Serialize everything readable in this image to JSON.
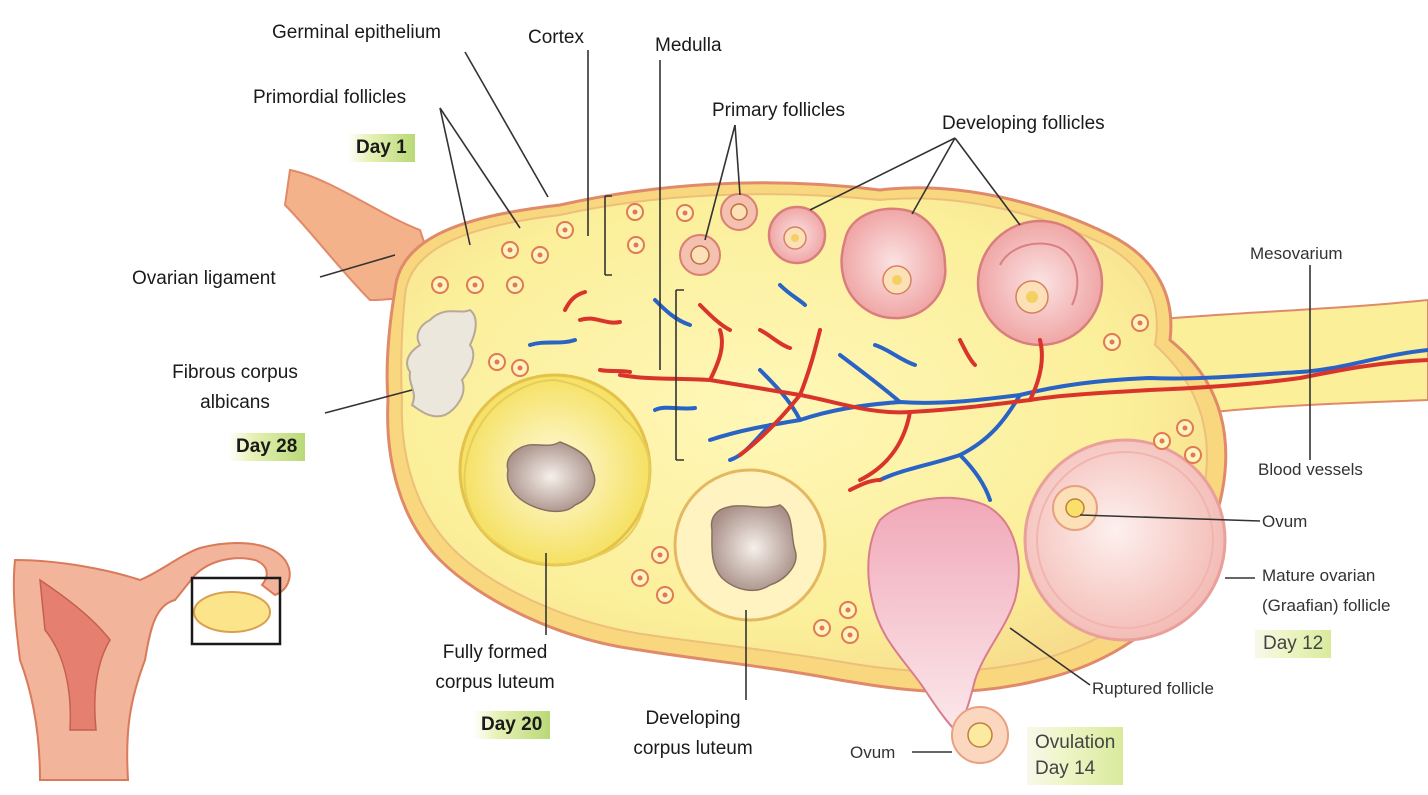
{
  "labels": {
    "germinal_epithelium": "Germinal epithelium",
    "cortex": "Cortex",
    "medulla": "Medulla",
    "primordial_follicles": "Primordial follicles",
    "primary_follicles": "Primary follicles",
    "developing_follicles": "Developing follicles",
    "mesovarium": "Mesovarium",
    "ovarian_ligament": "Ovarian ligament",
    "fibrous_corpus_albicans_1": "Fibrous corpus",
    "fibrous_corpus_albicans_2": "albicans",
    "blood_vessels": "Blood vessels",
    "ovum_right": "Ovum",
    "mature_follicle_1": "Mature ovarian",
    "mature_follicle_2": "(Graafian) follicle",
    "ruptured_follicle": "Ruptured follicle",
    "fully_formed_cl_1": "Fully formed",
    "fully_formed_cl_2": "corpus luteum",
    "developing_cl_1": "Developing",
    "developing_cl_2": "corpus luteum",
    "ovum_bottom": "Ovum"
  },
  "badges": {
    "day1": "Day 1",
    "day28": "Day 28",
    "day20": "Day 20",
    "day12": "Day 12",
    "ovulation_1": "Ovulation",
    "ovulation_2": "Day 14"
  },
  "colors": {
    "ovary_fill": "#fbef9a",
    "ovary_outline": "#e08a6a",
    "artery": "#d9342b",
    "vein": "#2a63c6",
    "follicle_pink": "#f2a7a7",
    "corpus_luteum": "#f7e46a",
    "badge_green": "#b9d977"
  }
}
